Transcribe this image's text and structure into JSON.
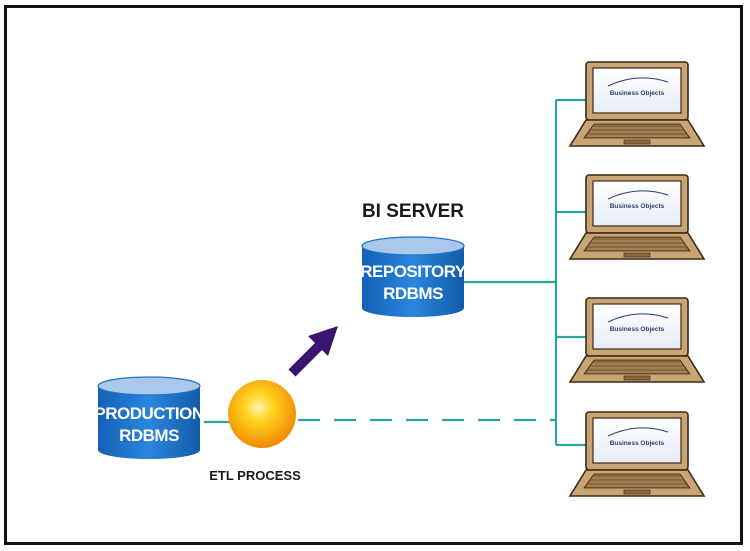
{
  "bi_server": {
    "title": "BI SERVER"
  },
  "repository": {
    "line1": "REPOSITORY",
    "line2": "RDBMS"
  },
  "production": {
    "line1": "PRODUCTION",
    "line2": "RDBMS"
  },
  "etl": {
    "label": "ETL PROCESS"
  },
  "clients": [
    {
      "brand": "Business Objects"
    },
    {
      "brand": "Business Objects"
    },
    {
      "brand": "Business Objects"
    },
    {
      "brand": "Business Objects"
    }
  ],
  "colors": {
    "database": "#1e73c9",
    "database_top": "#a9c8ea",
    "connector": "#2ca69a",
    "arrow": "#3a1470",
    "etl_sun": "#f5b400",
    "laptop": "#c9a575"
  }
}
